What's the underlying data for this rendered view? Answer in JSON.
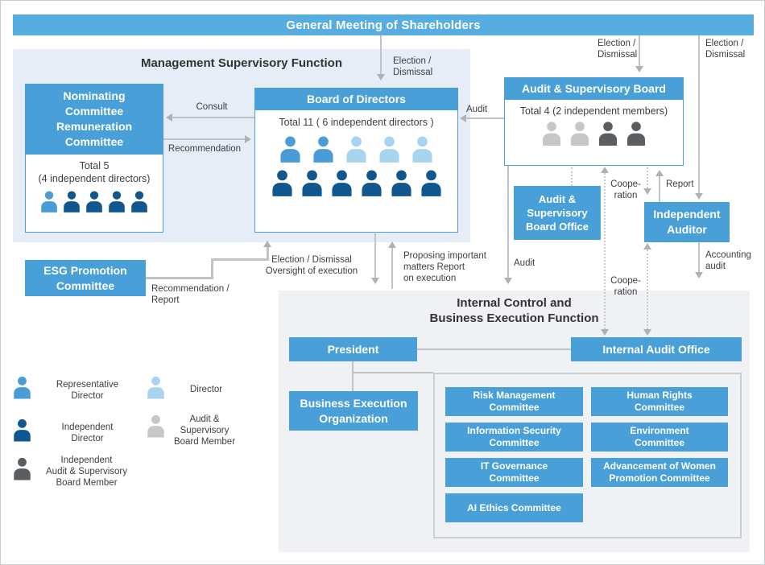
{
  "colors": {
    "banner_blue": "#58ADE0",
    "box_blue": "#49A0D8",
    "panel_blue": "#E7EDF6",
    "panel_gray": "#EFF1F4",
    "line_gray": "#C1C4C7",
    "text_dark": "#3A3F45"
  },
  "banner": {
    "title": "General Meeting of Shareholders"
  },
  "sections": {
    "management": {
      "title": "Management Supervisory Function"
    },
    "internal": {
      "title": "Internal Control and\nBusiness Execution Function"
    }
  },
  "boxes": {
    "nominating": {
      "title": "Nominating\nCommittee\nRemuneration\nCommittee",
      "total": "Total 5",
      "detail": "(4 independent directors)"
    },
    "board": {
      "title": "Board of Directors",
      "total": "Total 11 ( 6 independent directors )"
    },
    "asb": {
      "title": "Audit & Supervisory Board",
      "total": "Total 4 (2 independent members)"
    },
    "asb_office": {
      "title": "Audit &\nSupervisory\nBoard Office"
    },
    "independent_auditor": {
      "title": "Independent\nAuditor"
    },
    "esg": {
      "title": "ESG Promotion\nCommittee"
    },
    "president": {
      "title": "President"
    },
    "internal_audit_office": {
      "title": "Internal Audit Office"
    },
    "business_execution": {
      "title": "Business Execution\nOrganization"
    }
  },
  "committees": [
    {
      "label": "Risk Management\nCommittee"
    },
    {
      "label": "Human Rights\nCommittee"
    },
    {
      "label": "Information Security\nCommittee"
    },
    {
      "label": "Environment\nCommittee"
    },
    {
      "label": "IT Governance\nCommittee"
    },
    {
      "label": "Advancement of Women\nPromotion Committee"
    },
    {
      "label": "AI Ethics Committee"
    }
  ],
  "arrow_labels": {
    "election_dismissal": "Election /\nDismissal",
    "election_dismissal_inline": "Election / Dismissal\nOversight of execution",
    "consult": "Consult",
    "recommendation": "Recommendation",
    "audit": "Audit",
    "audit_down": "Audit",
    "report": "Report",
    "cooperation": "Coope-\nration",
    "accounting_audit": "Accounting\naudit",
    "proposing": "Proposing important\nmatters Report\non execution",
    "recommendation_report": "Recommendation /\nReport"
  },
  "people": {
    "nominating": [
      "rep",
      "ind",
      "ind",
      "ind",
      "ind"
    ],
    "board_row1": [
      "rep",
      "rep",
      "dir",
      "dir",
      "dir"
    ],
    "board_row2": [
      "ind",
      "ind",
      "ind",
      "ind",
      "ind",
      "ind"
    ],
    "asb": [
      "asm",
      "asm",
      "iasm",
      "iasm"
    ]
  },
  "person_colors": {
    "rep": "#4A9CD6",
    "dir": "#A9D4F0",
    "ind": "#11578F",
    "asm": "#C5C7C9",
    "iasm": "#5A5E61"
  },
  "legend": {
    "items": [
      {
        "person": "rep",
        "label": "Representative\nDirector"
      },
      {
        "person": "dir",
        "label": "Director"
      },
      {
        "person": "ind",
        "label": "Independent\nDirector"
      },
      {
        "person": "asm",
        "label": "Audit &\nSupervisory\nBoard Member"
      },
      {
        "person": "iasm",
        "label": "Independent\nAudit & Supervisory\nBoard Member"
      }
    ]
  }
}
